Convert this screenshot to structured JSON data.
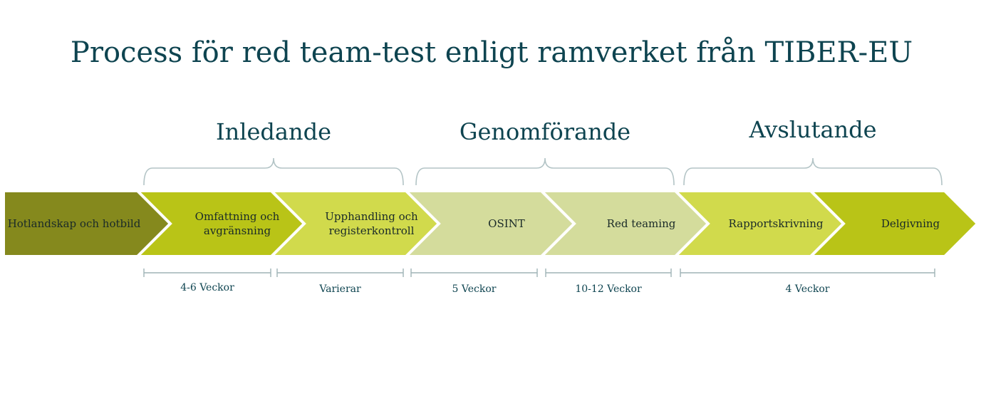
{
  "title": "Process för red team-test enligt ramverket från TIBER-EU",
  "phases": [
    {
      "label": "Inledande"
    },
    {
      "label": "Genomförande"
    },
    {
      "label": "Avslutande"
    }
  ],
  "steps": [
    {
      "lines": [
        "Hotlandskap och hotbild"
      ],
      "color": "#85891d"
    },
    {
      "lines": [
        "Omfattning och",
        "avgränsning"
      ],
      "color": "#b9c417"
    },
    {
      "lines": [
        "Upphandling och",
        "registerkontroll"
      ],
      "color": "#d1da4c"
    },
    {
      "lines": [
        "OSINT"
      ],
      "color": "#d4dc9c"
    },
    {
      "lines": [
        "Red teaming"
      ],
      "color": "#d4dc9c"
    },
    {
      "lines": [
        "Rapportskrivning"
      ],
      "color": "#d1da4c"
    },
    {
      "lines": [
        "Delgivning"
      ],
      "color": "#b9c417"
    }
  ],
  "durations": [
    {
      "label": "4-6 Veckor"
    },
    {
      "label": "Varierar"
    },
    {
      "label": "5 Veckor"
    },
    {
      "label": "10-12 Veckor"
    },
    {
      "label": "4 Veckor"
    }
  ]
}
